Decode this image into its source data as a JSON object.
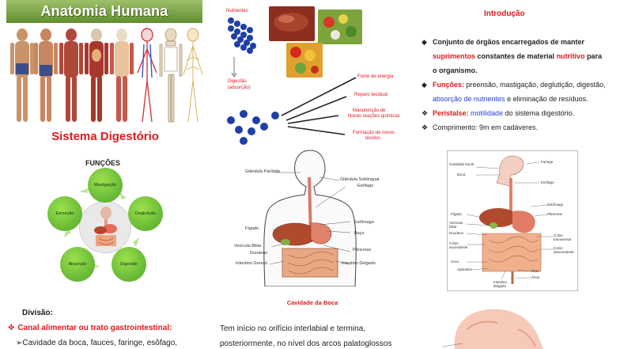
{
  "left": {
    "banner_title": "Anatomia Humana",
    "subtitle": "Sistema Digestório",
    "functions_title": "FUNÇÕES",
    "functions": [
      "Mastigação",
      "Deglutição",
      "Digestão",
      "Absorção",
      "Excreção"
    ],
    "divisao_label": "Divisão:",
    "canal_label": "Canal alimentar ou trato gastrointestinal:",
    "canal_item": "Cavidade da boca, fauces, faringe, esôfago,"
  },
  "middle": {
    "nutrients_label": "Nutrientes",
    "digestion_label_1": "Digestão",
    "digestion_label_2": "(absorção)",
    "outcomes": [
      "Fonte de energia",
      "Reparo tecidual",
      "Manutenção de",
      "Novas reações químicas",
      "Formação de novos",
      "tecidos"
    ],
    "organ_labels_left": [
      "Glândula Parótida",
      "Fígado",
      "Vesícula Biliar",
      "Duodeno",
      "Intestino Grosso"
    ],
    "organ_labels_right": [
      "Glândula Sublingual",
      "Esôfago",
      "Estômago",
      "Baço",
      "Pâncreas",
      "Intestino Delgado"
    ],
    "caption": "Cavidade da Boca",
    "text_line_1": "Tem início no orifício interlabial e termina,",
    "text_line_2": "posteriormente, no nível dos arcos palatoglossos"
  },
  "right": {
    "intro_title": "Introdução",
    "item1_a": "Conjunto de órgãos encarregados de manter ",
    "item1_b": "suprimentos",
    "item1_c": " constantes de material ",
    "item1_d": "nutritivo",
    "item1_e": " para o organismo.",
    "item2_a": "Funções:",
    "item2_b": " preensão, mastigação, deglutição, digestão, ",
    "item2_c": "absorção de nutrientes",
    "item2_d": " e eliminação de resíduos.",
    "item3_a": "Peristalse:",
    "item3_b": "motilidade",
    "item3_c": " do sistema digestório.",
    "item4": "Comprimento: 9m em cadáveres.",
    "anatomy_labels": [
      "Cavidade bucal",
      "Boca",
      "Faringe",
      "Esôfago",
      "Fígado",
      "Vesícula biliar",
      "Duodeno",
      "Cólon ascendente",
      "Ceco",
      "Apêndice",
      "Estômago",
      "Pâncreas",
      "Cólon transversal",
      "Cólon descendente",
      "Reto",
      "Ânus",
      "Intestino delgado"
    ]
  },
  "colors": {
    "accent_red": "#e0191e",
    "link_blue": "#2b3fd0",
    "banner_green": "#6f9e3a",
    "circle_green": "#6cc03a",
    "molecule_blue": "#1f3fa8"
  }
}
